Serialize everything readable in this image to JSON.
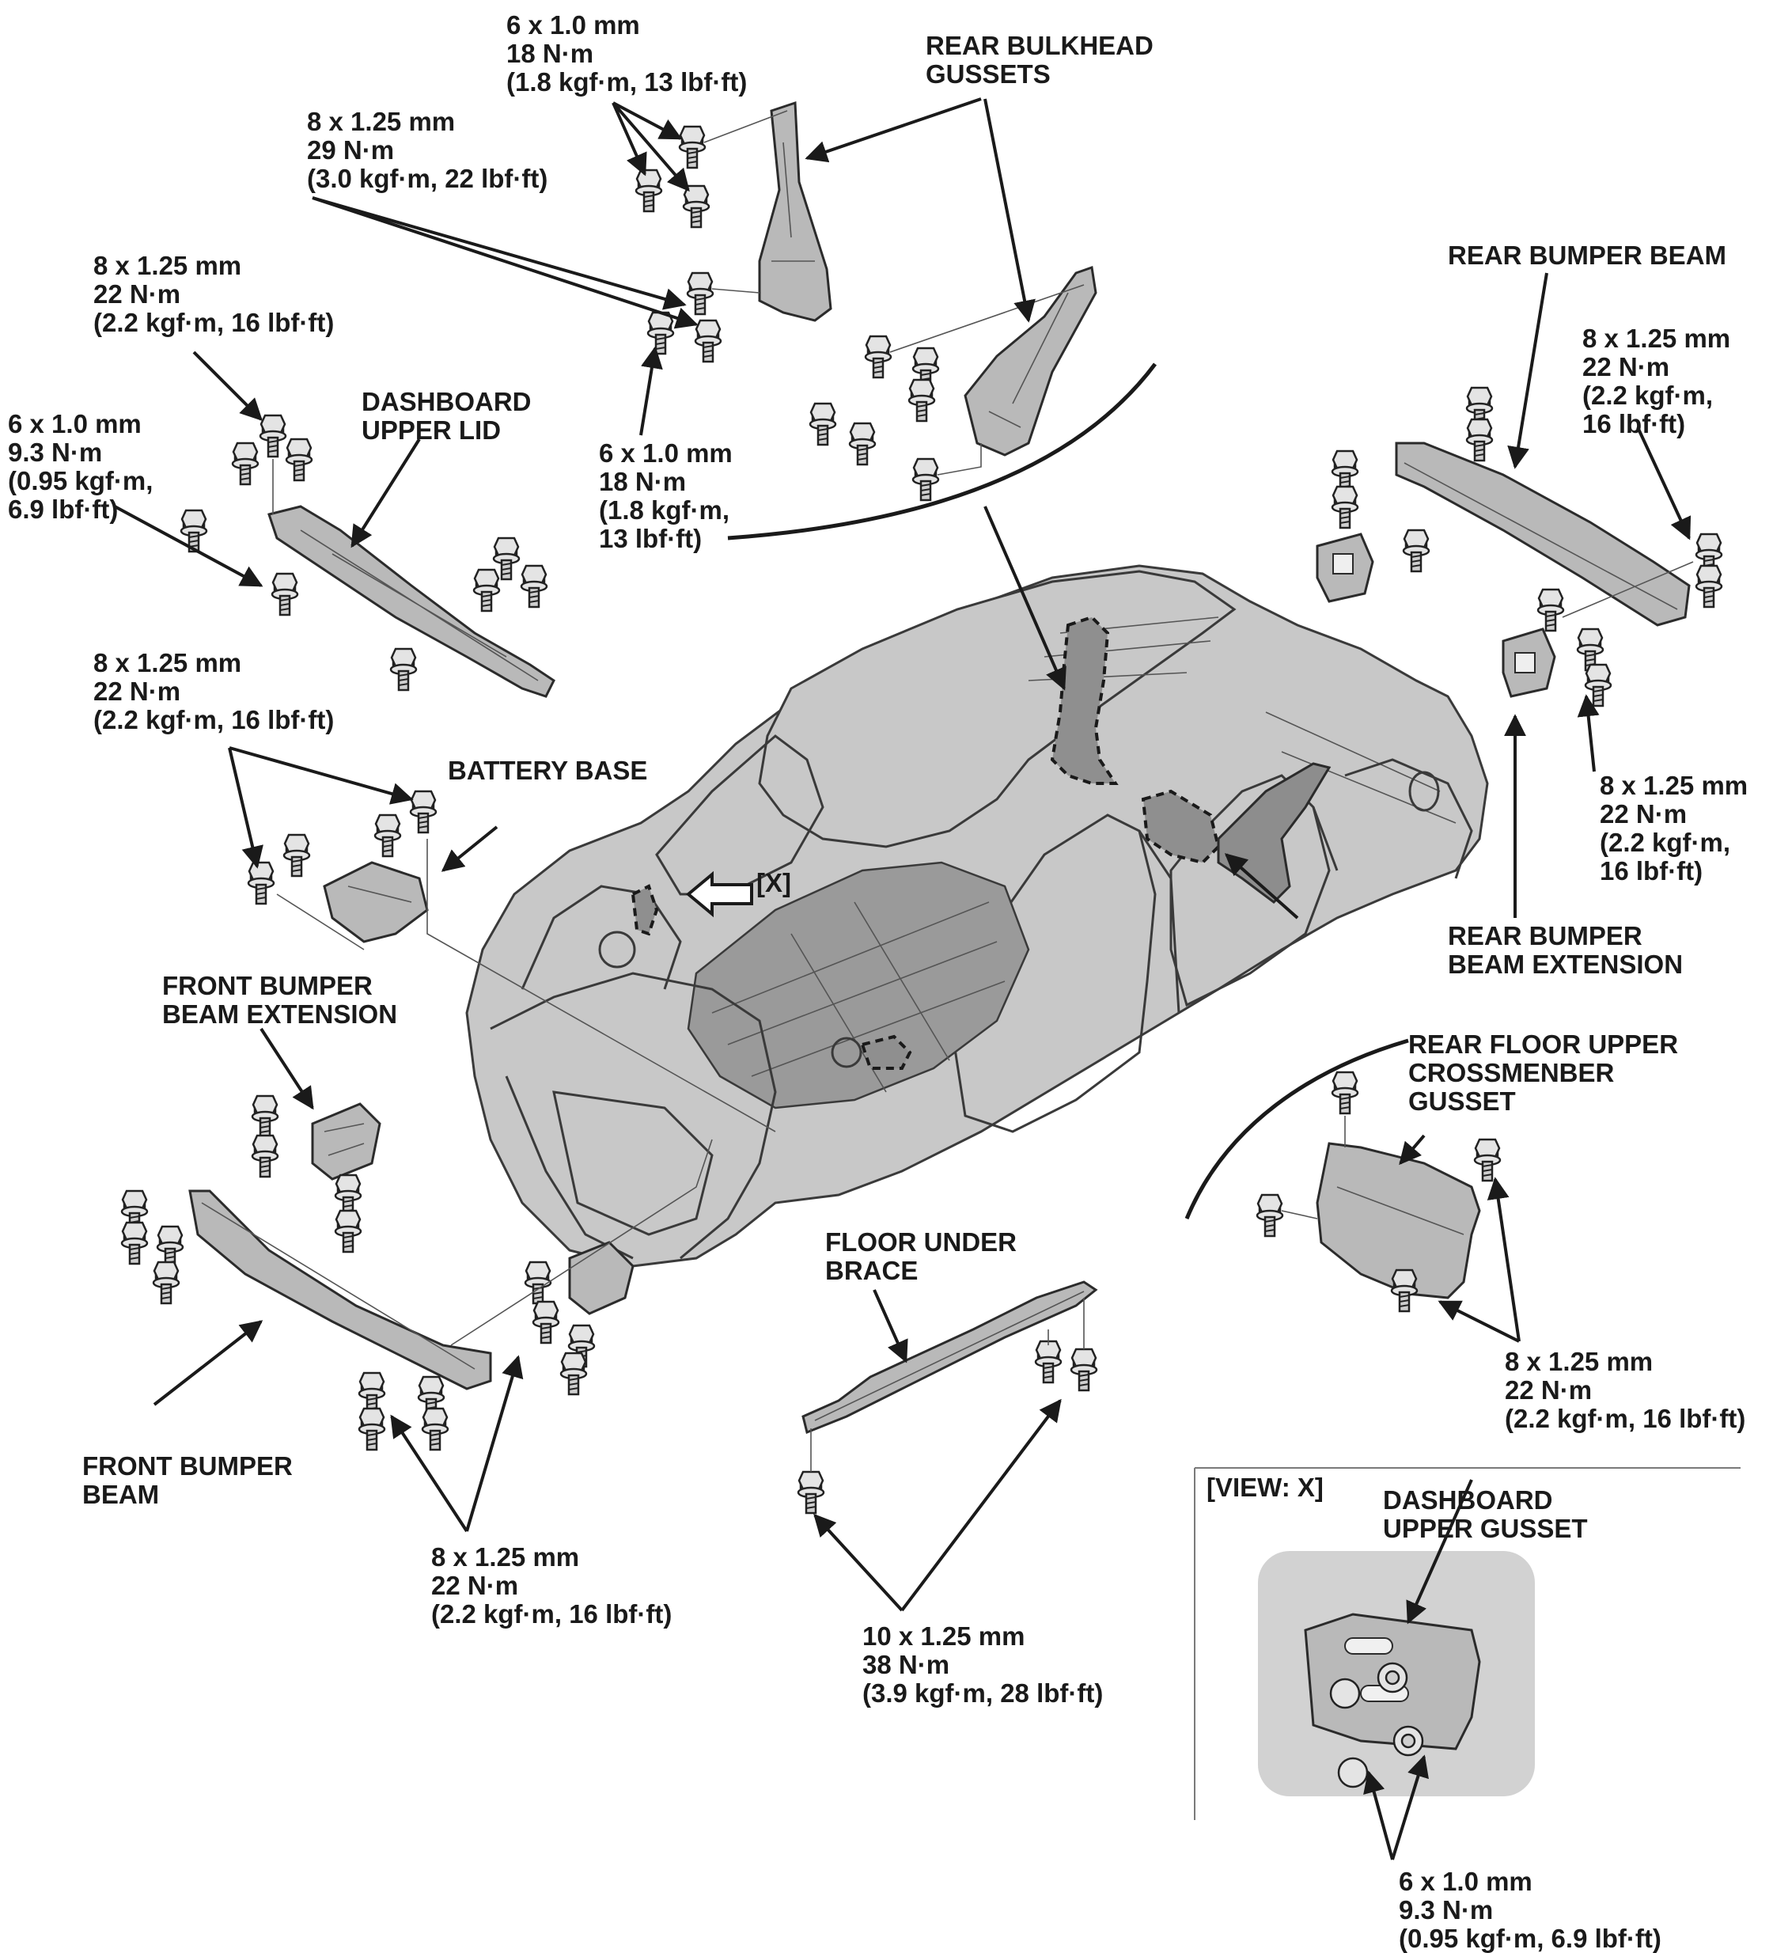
{
  "labels": {
    "rear_bulkhead_gussets": [
      "REAR BULKHEAD",
      "GUSSETS"
    ],
    "rear_bulkhead_top_spec": [
      "6 x 1.0 mm",
      "18 N·m",
      "(1.8 kgf·m, 13 lbf·ft)"
    ],
    "rear_bulkhead_mid_spec": [
      "8 x 1.25 mm",
      "29 N·m",
      "(3.0 kgf·m, 22 lbf·ft)"
    ],
    "rear_bulkhead_low_spec": [
      "6 x 1.0 mm",
      "18 N·m",
      "(1.8 kgf·m,",
      "13 lbf·ft)"
    ],
    "dashboard_upper_lid": [
      "DASHBOARD",
      "UPPER LID"
    ],
    "dash_lid_top_spec": [
      "8 x 1.25 mm",
      "22 N·m",
      "(2.2 kgf·m, 16 lbf·ft)"
    ],
    "dash_lid_side_spec": [
      "6 x 1.0 mm",
      "9.3 N·m",
      "(0.95 kgf·m,",
      "6.9 lbf·ft)"
    ],
    "battery_base_spec": [
      "8 x 1.25 mm",
      "22 N·m",
      "(2.2 kgf·m, 16 lbf·ft)"
    ],
    "battery_base": [
      "BATTERY BASE"
    ],
    "view_x_marker": [
      "[X]"
    ],
    "front_bumper_beam_extension": [
      "FRONT BUMPER",
      "BEAM EXTENSION"
    ],
    "front_bumper_beam": [
      "FRONT BUMPER",
      "BEAM"
    ],
    "front_bumper_spec": [
      "8 x 1.25 mm",
      "22 N·m",
      "(2.2 kgf·m, 16 lbf·ft)"
    ],
    "floor_under_brace": [
      "FLOOR UNDER",
      "BRACE"
    ],
    "floor_brace_spec": [
      "10 x 1.25 mm",
      "38 N·m",
      "(3.9 kgf·m, 28 lbf·ft)"
    ],
    "rear_bumper_beam": [
      "REAR BUMPER BEAM"
    ],
    "rear_bumper_beam_spec": [
      "8 x 1.25 mm",
      "22 N·m",
      "(2.2 kgf·m,",
      "16 lbf·ft)"
    ],
    "rear_bumper_ext_spec": [
      "8 x 1.25 mm",
      "22 N·m",
      "(2.2 kgf·m,",
      "16 lbf·ft)"
    ],
    "rear_bumper_beam_extension": [
      "REAR BUMPER",
      "BEAM EXTENSION"
    ],
    "rear_floor_gusset": [
      "REAR FLOOR UPPER",
      "CROSSMENBER",
      "GUSSET"
    ],
    "rear_floor_spec": [
      "8 x 1.25 mm",
      "22 N·m",
      "(2.2 kgf·m, 16 lbf·ft)"
    ],
    "view_x_title": [
      "[VIEW: X]"
    ],
    "dashboard_upper_gusset": [
      "DASHBOARD",
      "UPPER GUSSET"
    ],
    "dash_gusset_spec": [
      "6 x 1.0 mm",
      "9.3 N·m",
      "(0.95 kgf·m, 6.9 lbf·ft)"
    ]
  },
  "colors": {
    "ink": "#1a1a1a",
    "part_fill": "#b9b9b9",
    "highlight_fill": "#8f8f8f",
    "body_fill": "#c8c8c8"
  }
}
